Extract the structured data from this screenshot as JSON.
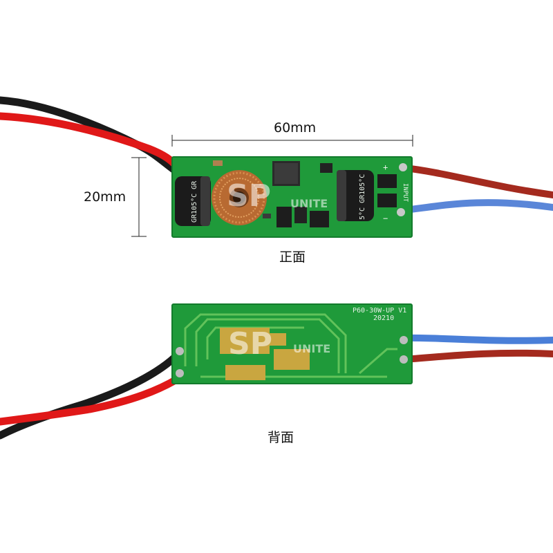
{
  "dimensions": {
    "width": "60mm",
    "height": "20mm"
  },
  "captions": {
    "front": "正面",
    "back": "背面"
  },
  "front_board": {
    "cap_left_text": "GR105°C GR",
    "cap_right_text": "5°C GR105°C",
    "input_label": "INPUT",
    "plus_mark": "+",
    "minus_mark": "−",
    "watermark_sp": "SP",
    "watermark_unite": "UNITE"
  },
  "back_board": {
    "model_text": "P60-30W-UP V1",
    "date_text": "20210",
    "watermark_sp": "SP",
    "watermark_unite": "UNITE"
  },
  "colors": {
    "pcb_green": "#1f9a3a",
    "pcb_dark": "#127a2a",
    "wire_red": "#e01818",
    "wire_black": "#1a1a1a",
    "wire_brown_red": "#a42a1e",
    "wire_blue": "#5a86d8",
    "copper": "#c8783a"
  }
}
